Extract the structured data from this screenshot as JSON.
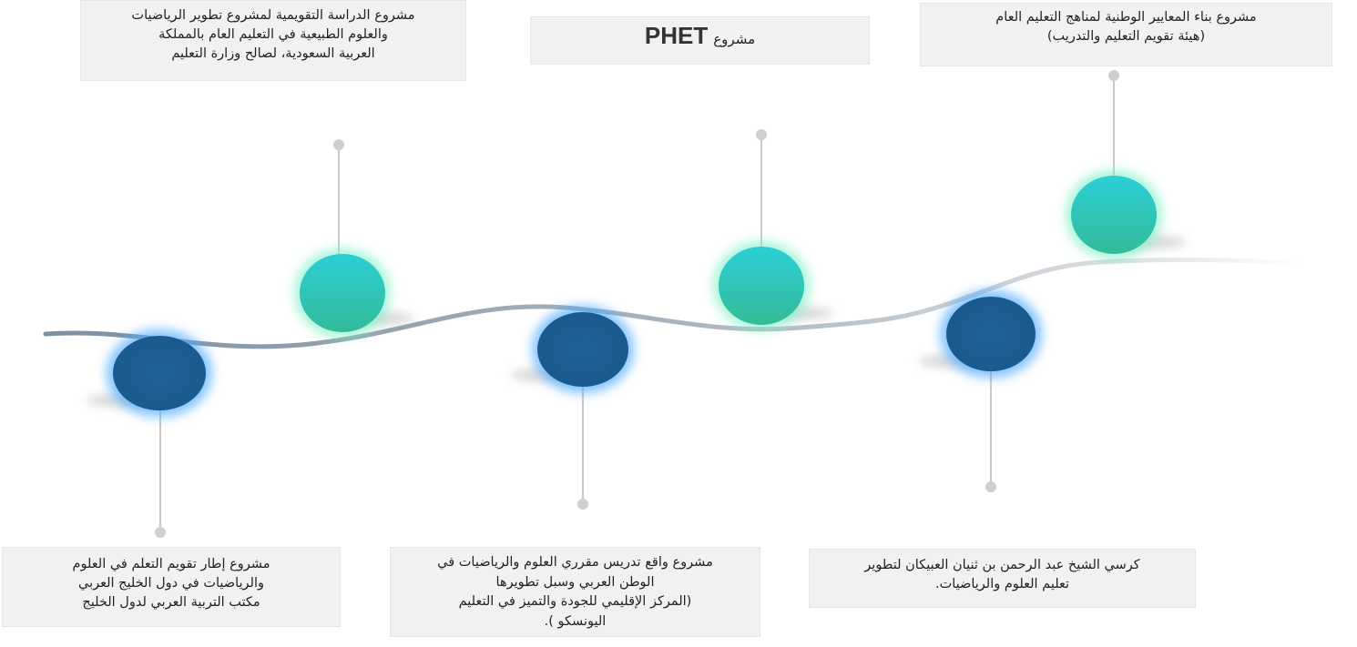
{
  "colors": {
    "dark_node": "#1b5f95",
    "teal_node": "#2cc8c9",
    "box_bg": "#f1f1f1",
    "line": "#c9c9c9"
  },
  "milestones": [
    {
      "position": "bottom",
      "node": "dark",
      "lines": [
        "مشروع إطار تقويم التعلم في العلوم",
        "والرياضيات في دول الخليج العربي",
        "مكتب التربية العربي لدول الخليج"
      ]
    },
    {
      "position": "top",
      "node": "teal",
      "lines": [
        "مشروع الدراسة التقويمية لمشروع تطوير الرياضيات",
        "والعلوم الطبيعية في التعليم العام بالمملكة",
        "العربية السعودية، لصالح وزارة التعليم"
      ]
    },
    {
      "position": "bottom",
      "node": "dark",
      "lines": [
        "مشروع واقع تدريس مقرري العلوم والرياضيات في",
        "الوطن العربي وسبل تطويرها",
        "(المركز الإقليمي للجودة والتميز في التعليم",
        "اليونسكو )."
      ]
    },
    {
      "position": "top",
      "node": "teal",
      "prefix": "مشروع",
      "name": "PHET"
    },
    {
      "position": "bottom",
      "node": "dark",
      "lines": [
        "كرسي الشيخ عبد الرحمن بن ثنيان العبيكان لتطوير",
        "تعليم العلوم والرياضيات."
      ]
    },
    {
      "position": "top",
      "node": "teal",
      "lines": [
        "مشروع بناء المعايير الوطنية لمناهج التعليم العام",
        "(هيئة تقويم التعليم والتدريب)"
      ]
    }
  ]
}
